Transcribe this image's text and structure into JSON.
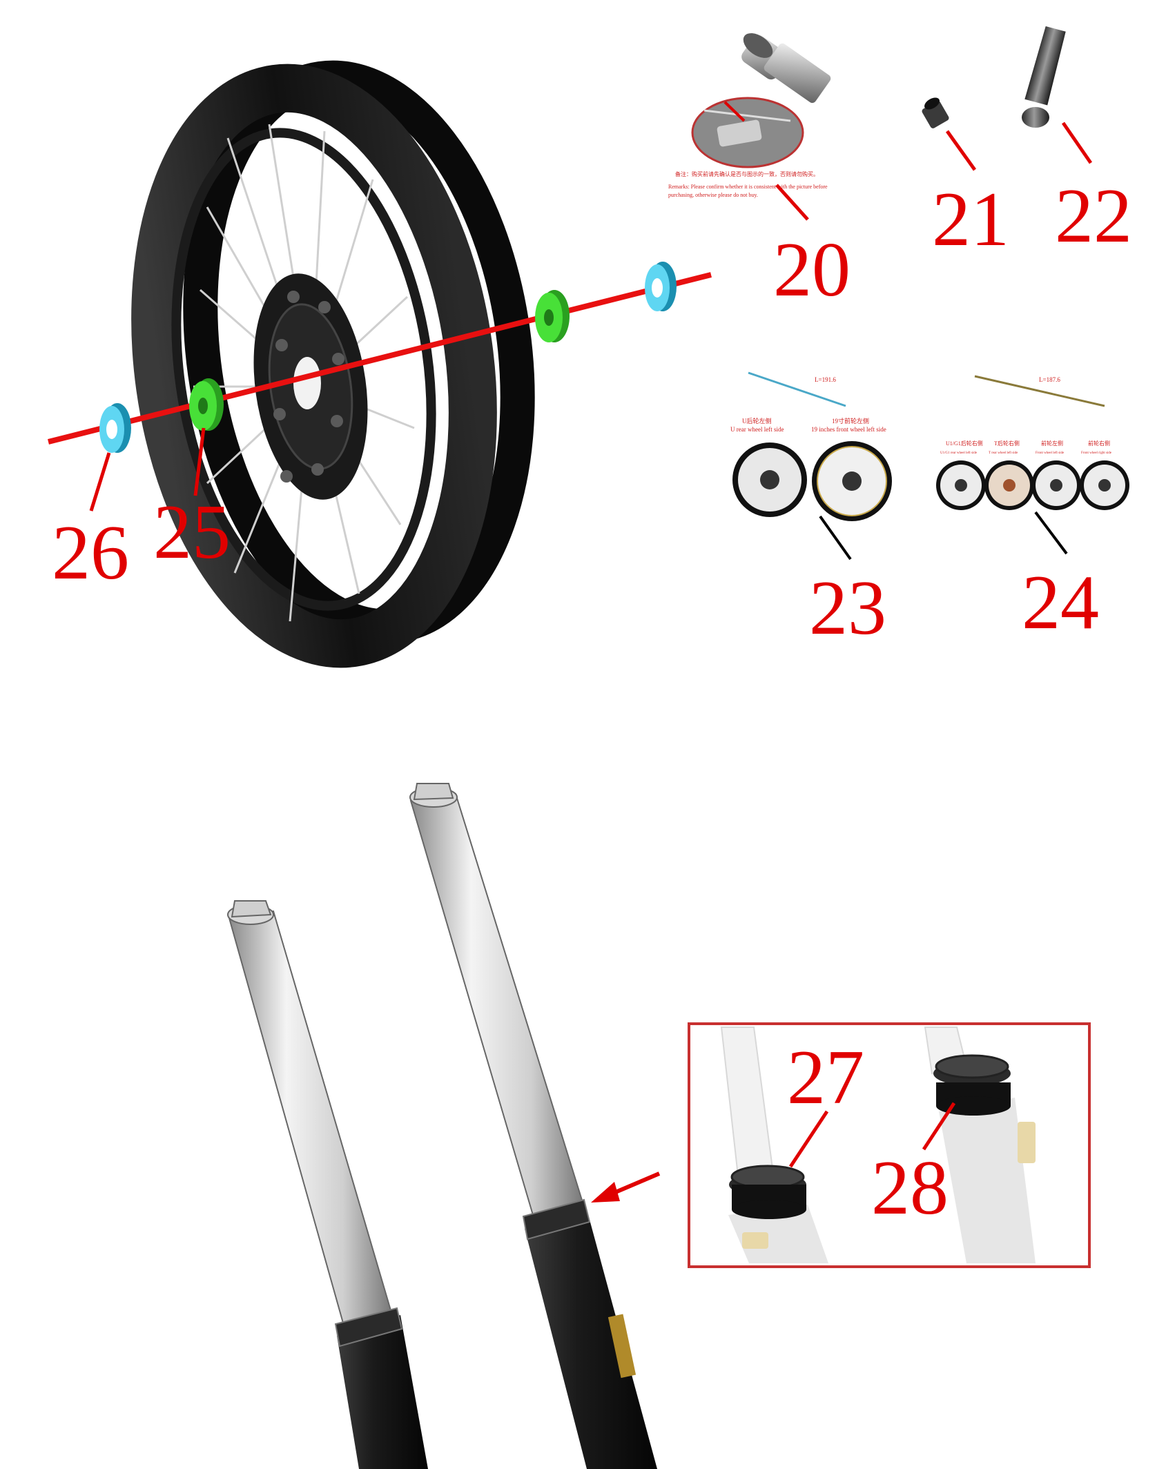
{
  "callouts": {
    "c20": "20",
    "c21": "21",
    "c22": "22",
    "c23": "23",
    "c24": "24",
    "c25": "25",
    "c26": "26",
    "c27": "27",
    "c28": "28"
  },
  "valve_note": {
    "chinese": "备注：购买前请先确认是否与图示的一致，否则请勿购买。",
    "english_1": "Remarks: Please confirm whether it is consistent with the picture before",
    "english_2": "purchasing, otherwise please do not buy."
  },
  "spoke_a": {
    "length_label": "L=191.6",
    "left_cn": "U后轮左侧",
    "left_en": "U rear wheel left side",
    "right_cn": "19寸前轮左侧",
    "right_en": "19 inches front wheel left side"
  },
  "spoke_b": {
    "length_label": "L=187.6",
    "w1_cn": "U1/G1后轮右侧",
    "w1_en": "U1/G1 rear wheel left side",
    "w2_cn": "T后轮右侧",
    "w2_en": "T rear wheel left side",
    "w3_cn": "前轮左侧",
    "w3_en": "Front wheel left side",
    "w4_cn": "前轮右侧",
    "w4_en": "Front wheel right side"
  },
  "colors": {
    "callout": "#e00000",
    "axle": "#e81010",
    "bearing": "#38d428",
    "seal": "#40c8e8",
    "spoke_blue": "#4aa8c8",
    "spoke_olive": "#8a7a3a"
  }
}
